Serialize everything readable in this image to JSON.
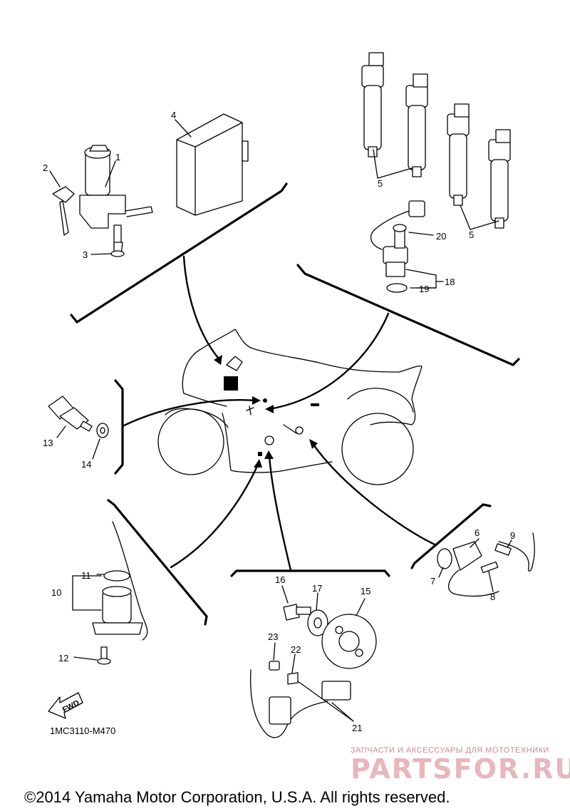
{
  "callouts": {
    "c1": "1",
    "c2": "2",
    "c3": "3",
    "c4": "4",
    "c5a": "5",
    "c5b": "5",
    "c6": "6",
    "c7": "7",
    "c8": "8",
    "c9": "9",
    "c10": "10",
    "c11": "11",
    "c12": "12",
    "c13": "13",
    "c14": "14",
    "c15": "15",
    "c16": "16",
    "c17": "17",
    "c18": "18",
    "c19": "19",
    "c20": "20",
    "c21": "21",
    "c22": "22",
    "c23": "23"
  },
  "fwd_label": "FWD",
  "drawing_ref": "1MC3110-M470",
  "watermark": {
    "tagline": "ЗАПЧАСТИ И АКСЕССУАРЫ ДЛЯ МОТОТЕХНИКИ",
    "brand": "PARTSFOR.RU"
  },
  "copyright": "©2014 Yamaha Motor Corporation, U.S.A. All rights reserved."
}
